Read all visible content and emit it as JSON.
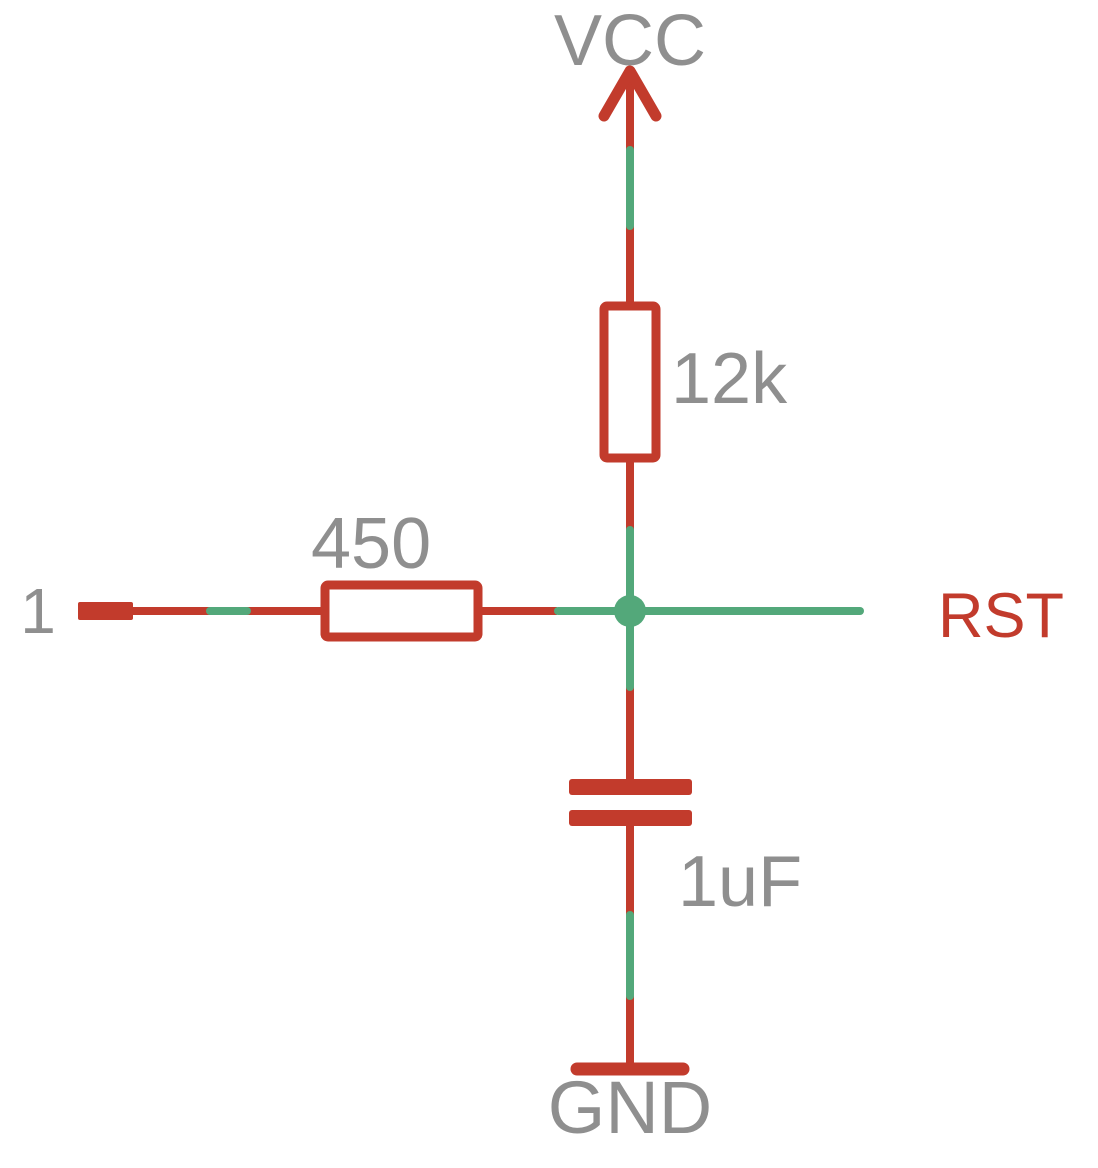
{
  "diagram": {
    "type": "circuit-schematic",
    "colors": {
      "net_wire_green": "#53a87a",
      "symbol_red": "#c23b2c",
      "label_gray": "#8f8f8f"
    },
    "power": {
      "vcc": "VCC",
      "gnd": "GND"
    },
    "net": {
      "rst": "RST"
    },
    "pin1": "1",
    "components": [
      {
        "ref": "pull-up-resistor",
        "type": "resistor",
        "value": "12k"
      },
      {
        "ref": "series-resistor",
        "type": "resistor",
        "value": "450"
      },
      {
        "ref": "reset-capacitor",
        "type": "capacitor",
        "value": "1uF"
      }
    ]
  }
}
